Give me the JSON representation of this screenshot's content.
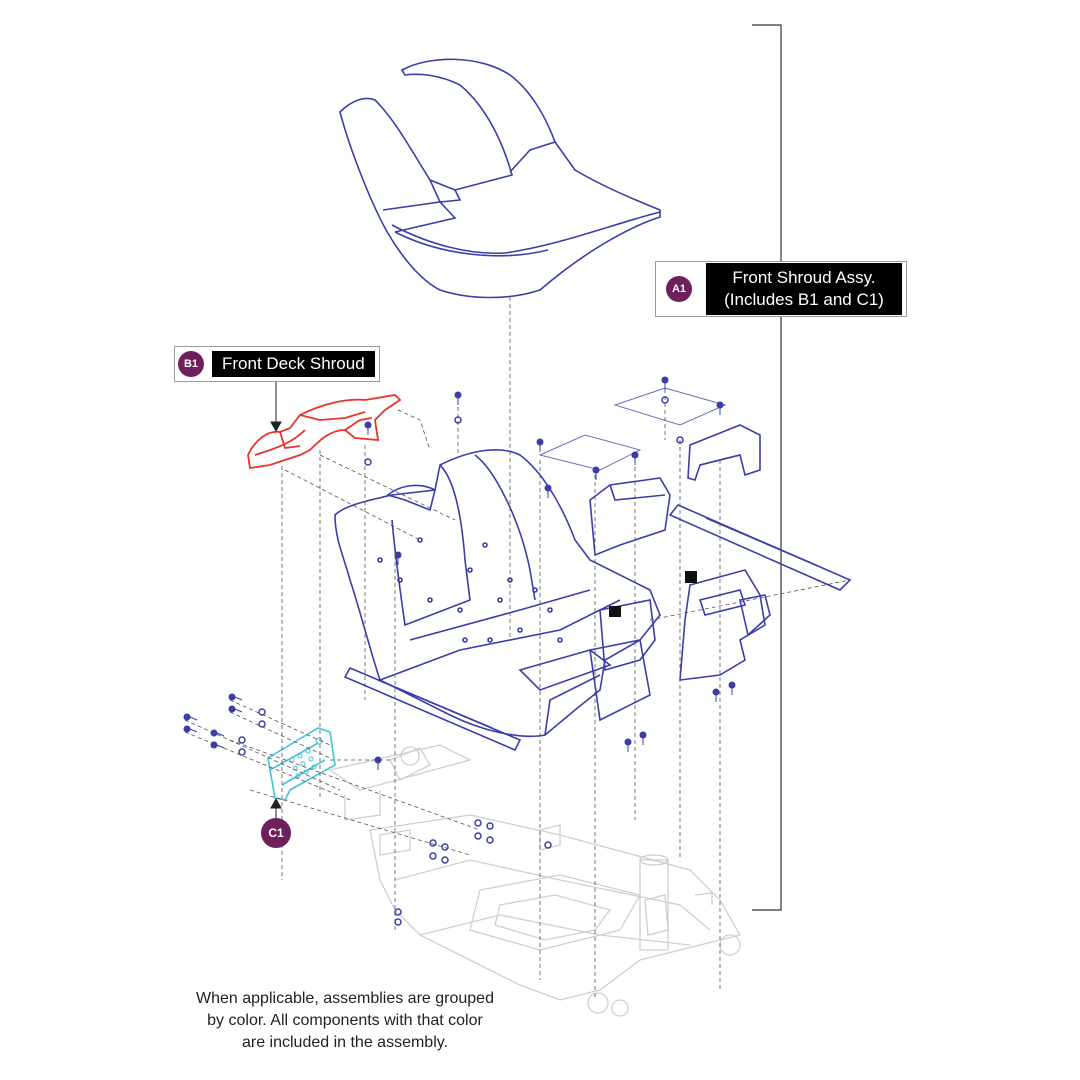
{
  "colors": {
    "assembly_a1": "#3a3fa8",
    "assembly_b1": "#e8342c",
    "assembly_c1": "#3fc4dc",
    "unassigned": "#c8c8c8",
    "badge": "#6e1f5c",
    "label_bg": "#000000",
    "label_text": "#ffffff"
  },
  "callouts": {
    "a1": {
      "badge": "A1",
      "line1": "Front Shroud Assy.",
      "line2": "(Includes B1 and C1)"
    },
    "b1": {
      "badge": "B1",
      "label": "Front Deck Shroud"
    },
    "c1": {
      "badge": "C1"
    }
  },
  "footnote": {
    "line1": "When applicable, assemblies are grouped",
    "line2": "by color. All components with that color",
    "line3": "are included in the assembly."
  },
  "icons": {
    "screw": "screw-icon",
    "washer": "washer-icon"
  }
}
